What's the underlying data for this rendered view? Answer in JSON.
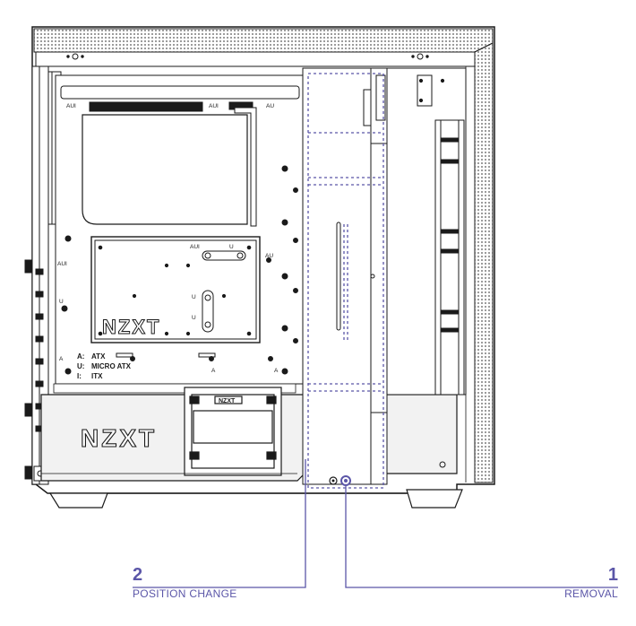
{
  "brand": "NZXT",
  "mobo_letters": {
    "a": "A",
    "u": "U",
    "aui": "AUI",
    "au": "AU"
  },
  "legend": [
    {
      "key": "A:",
      "value": "ATX"
    },
    {
      "key": "U:",
      "value": "MICRO ATX"
    },
    {
      "key": "I:",
      "value": "ITX"
    }
  ],
  "callouts": [
    {
      "number": "2",
      "label": "POSITION CHANGE"
    },
    {
      "number": "1",
      "label": "REMOVAL"
    }
  ],
  "colors": {
    "line": "#1a1a1a",
    "accent": "#5b56a8",
    "mesh": "#9a9a9a",
    "panel": "#f2f2f2"
  }
}
